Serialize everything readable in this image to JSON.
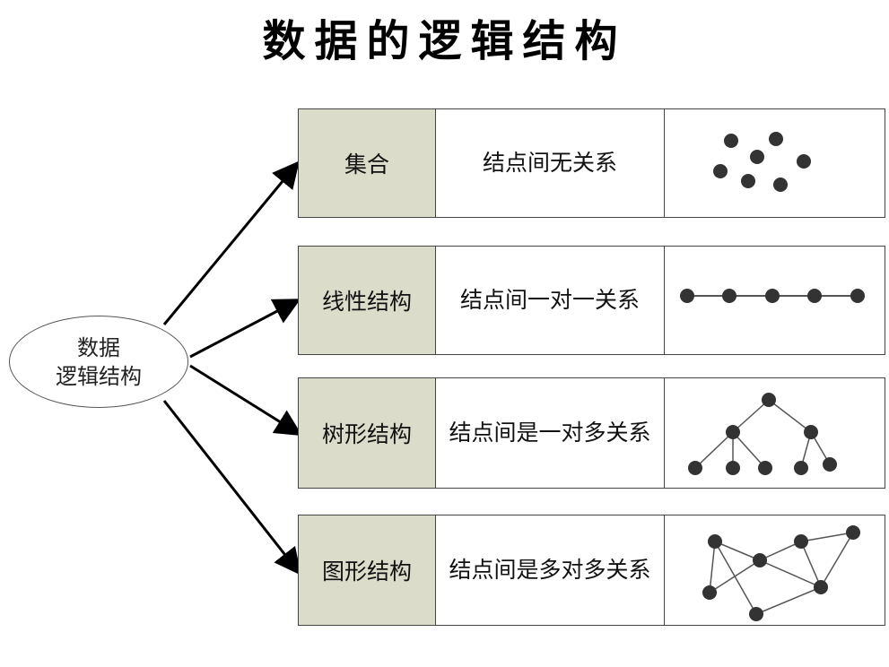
{
  "title": "数据的逻辑结构",
  "root": {
    "line1": "数据",
    "line2": "逻辑结构"
  },
  "rows": [
    {
      "name": "集合",
      "desc": "结点间无关系",
      "figure": "set"
    },
    {
      "name": "线性结构",
      "desc": "结点间一对一关系",
      "figure": "linear"
    },
    {
      "name": "树形结构",
      "desc": "结点间是一对多关系",
      "figure": "tree"
    },
    {
      "name": "图形结构",
      "desc": "结点间是多对多关系",
      "figure": "graph"
    }
  ],
  "colors": {
    "node": "#333333",
    "edge": "#555555",
    "name_cell": "#dcdccb"
  }
}
